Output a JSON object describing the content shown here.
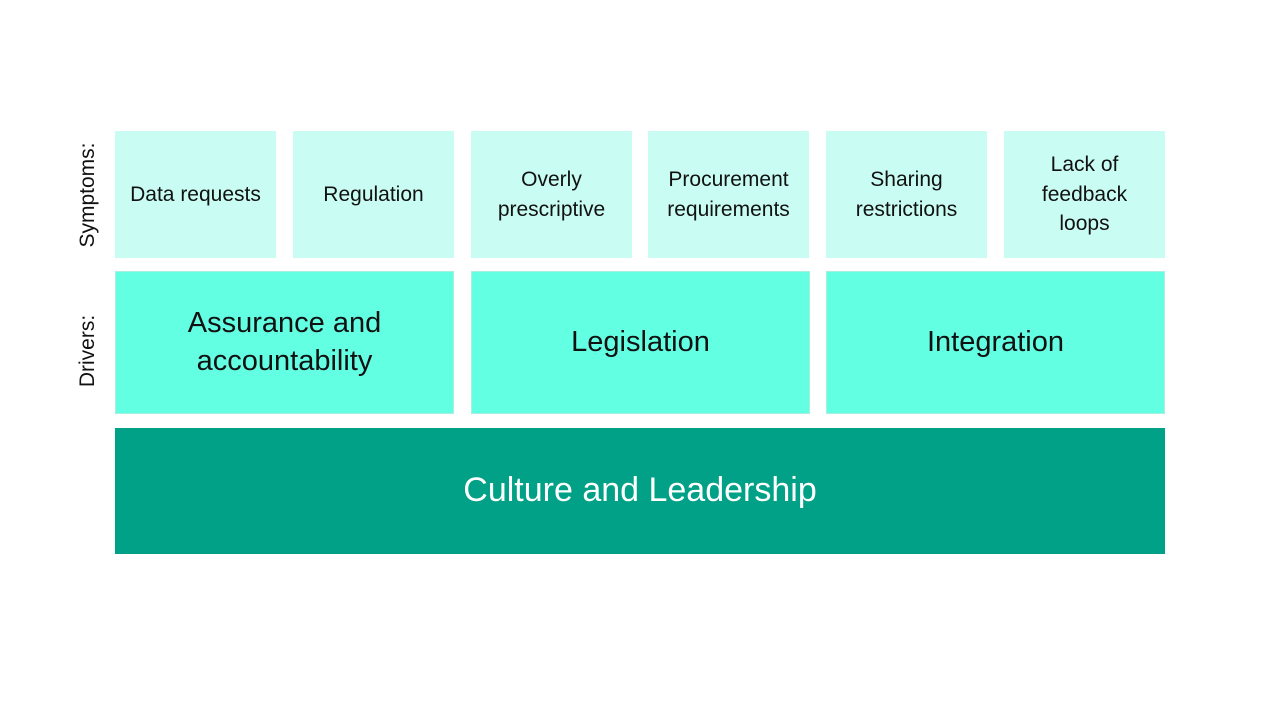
{
  "labels": {
    "symptoms": "Symptoms:",
    "drivers": "Drivers:"
  },
  "symptoms": [
    "Data requests",
    "Regulation",
    "Overly prescriptive",
    "Procurement requirements",
    "Sharing restrictions",
    "Lack of feedback loops"
  ],
  "drivers": [
    "Assurance and accountability",
    "Legislation",
    "Integration"
  ],
  "foundation": "Culture and Leadership",
  "colors": {
    "symptom_fill": "#c9fdf3",
    "driver_fill": "#63ffe3",
    "foundation_fill": "#00a186",
    "foundation_text": "#ffffff"
  }
}
